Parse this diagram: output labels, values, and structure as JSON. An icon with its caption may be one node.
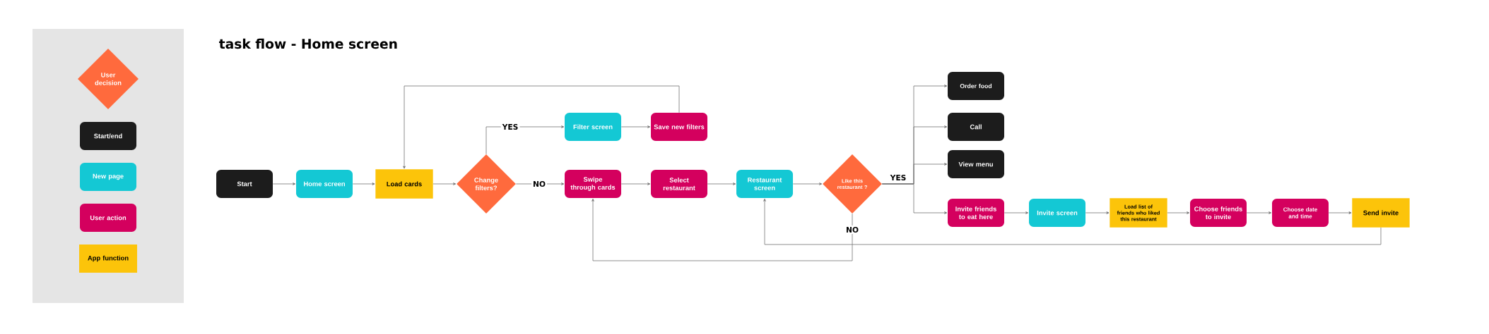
{
  "diagram": {
    "title": "task flow - Home screen",
    "nodes": [
      {
        "text": [
          "Start"
        ]
      },
      {
        "text": [
          "Home screen"
        ]
      },
      {
        "text": [
          "Load cards"
        ]
      },
      {
        "text": [
          "Change filters?"
        ]
      },
      {
        "text": [
          "Filter screen"
        ]
      },
      {
        "text": [
          "Save new filters"
        ]
      },
      {
        "text": [
          "Swipe through cards"
        ]
      },
      {
        "text": [
          "Select restaurant"
        ]
      },
      {
        "text": [
          "Restaurant screen"
        ]
      },
      {
        "text": [
          "Like this restaurant ?"
        ]
      },
      {
        "text": [
          "Order food"
        ]
      },
      {
        "text": [
          "Call"
        ]
      },
      {
        "text": [
          "View menu"
        ]
      },
      {
        "text": [
          "Invite friends to eat here"
        ]
      },
      {
        "text": [
          "Invite screen"
        ]
      },
      {
        "text": [
          "Load list of friends who liked this restaurant"
        ]
      },
      {
        "text": [
          "Choose friends to invite"
        ]
      },
      {
        "text": [
          "Choose date and time"
        ]
      },
      {
        "text": [
          "Send invite"
        ]
      }
    ],
    "edges": [
      {
        "from": 0,
        "to": 1,
        "arrow": "to"
      },
      {
        "from": 1,
        "to": 2,
        "arrow": "to"
      },
      {
        "from": 2,
        "to": 3,
        "arrow": "to"
      },
      {
        "from": 3,
        "to": 4,
        "arrow": "to",
        "label": "YES"
      },
      {
        "from": 4,
        "to": 5,
        "arrow": "to"
      },
      {
        "from": 5,
        "to": 2,
        "arrow": "to"
      },
      {
        "from": 3,
        "to": 6,
        "arrow": "to",
        "label": "NO"
      },
      {
        "from": 6,
        "to": 7,
        "arrow": "to"
      },
      {
        "from": 7,
        "to": 8,
        "arrow": "to"
      },
      {
        "from": 8,
        "to": 9,
        "arrow": "to"
      },
      {
        "from": 9,
        "to": 10,
        "arrow": "to",
        "label": "YES"
      },
      {
        "from": 9,
        "to": 11,
        "arrow": "to"
      },
      {
        "from": 9,
        "to": 12,
        "arrow": "to"
      },
      {
        "from": 9,
        "to": 13,
        "arrow": "to"
      },
      {
        "from": 9,
        "to": 6,
        "arrow": "to",
        "label": "NO"
      },
      {
        "from": 13,
        "to": 14,
        "arrow": "to"
      },
      {
        "from": 14,
        "to": 15,
        "arrow": "to"
      },
      {
        "from": 15,
        "to": 16,
        "arrow": "to"
      },
      {
        "from": 16,
        "to": 17,
        "arrow": "to"
      },
      {
        "from": 17,
        "to": 18,
        "arrow": "to"
      },
      {
        "from": 18,
        "to": 8,
        "arrow": "to"
      }
    ],
    "legend": [
      {
        "text": "User decision",
        "color": "#ff6a3d"
      },
      {
        "text": "Start/end",
        "color": "#1c1c1c"
      },
      {
        "text": "New page",
        "color": "#14c8d4"
      },
      {
        "text": "User action",
        "color": "#d4005e"
      },
      {
        "text": "App function",
        "color": "#fcc40a"
      }
    ]
  }
}
